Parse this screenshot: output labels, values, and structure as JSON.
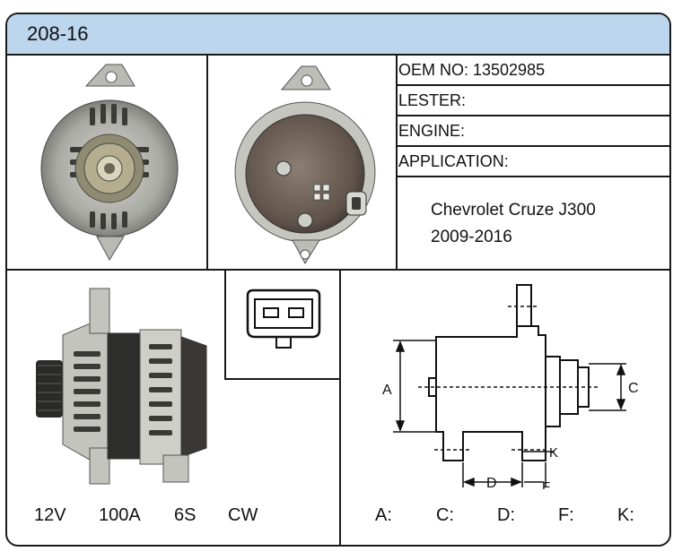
{
  "header": {
    "model": "208-16",
    "bg_color": "#bcd6ee"
  },
  "info": {
    "oem": "OEM NO: 13502985",
    "lester": "LESTER:",
    "engine": "ENGINE:",
    "application": "APPLICATION:",
    "app_line1": "Chevrolet Cruze J300",
    "app_line2": "2009-2016"
  },
  "specs": {
    "voltage": "12V",
    "amperage": "100A",
    "pulley": "6S",
    "rotation": "CW"
  },
  "diagram": {
    "label_a": "A",
    "label_c": "C",
    "label_d": "D",
    "label_f": "F",
    "label_k": "K"
  },
  "dimensions": {
    "a": "A:",
    "c": "C:",
    "d": "D:",
    "f": "F:",
    "k": "K:"
  }
}
